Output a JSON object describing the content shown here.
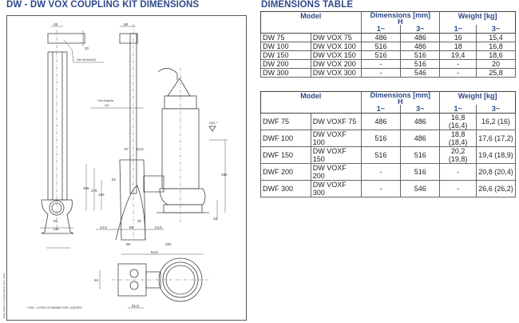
{
  "left": {
    "title": "DW - DW VOX COUPLING KIT DIMENSIONS",
    "labels": {
      "d48": "48",
      "d58_top": "58",
      "d20": "20",
      "screw": "Vite M10x40/10",
      "guide1": "Tubi di guida",
      "guide2": "3/4\"",
      "d57": "57",
      "d545_top": "54,5",
      "lwl": "LWL *",
      "d158": "158",
      "d179": "179",
      "d130_v": "130",
      "d62": "62",
      "d290": "290",
      "d32_v": "32",
      "d32_h": "32",
      "d84": "84",
      "d130": "130",
      "d245a": "24,5",
      "d85": "85",
      "d245b": "24,5",
      "d58_bot": "58",
      "d282": "282",
      "d545_bot": "54,5",
      "d94": "94",
      "d615": "61,5",
      "footnote": "* LWL = LIVELLO MINIMO DEL LIQUIDO",
      "side_note": "Data subject to change without prior notice"
    }
  },
  "right": {
    "title": "DIMENSIONS TABLE",
    "headers": {
      "model": "Model",
      "dimensions": "Dimensions [mm]",
      "h": "H",
      "weight": "Weight [kg]",
      "one": "1~",
      "three": "3~"
    },
    "table1": [
      [
        "DW 75",
        "DW VOX 75",
        "486",
        "486",
        "16",
        "15,4"
      ],
      [
        "DW 100",
        "DW VOX 100",
        "516",
        "486",
        "18",
        "16,8"
      ],
      [
        "DW 150",
        "DW VOX 150",
        "516",
        "516",
        "19,4",
        "18,6"
      ],
      [
        "DW 200",
        "DW VOX 200",
        "-",
        "516",
        "-",
        "20"
      ],
      [
        "DW 300",
        "DW VOX 300",
        "-",
        "546",
        "-",
        "25,8"
      ]
    ],
    "table2": [
      [
        "DWF 75",
        "DW VOXF 75",
        "486",
        "486",
        "16,8 (16,4)",
        "16,2 (16)"
      ],
      [
        "DWF 100",
        "DW VOXF 100",
        "516",
        "486",
        "18,8 (18,4)",
        "17,6 (17,2)"
      ],
      [
        "DWF 150",
        "DW VOXF 150",
        "516",
        "516",
        "20,2 (19,8)",
        "19,4 (18,9)"
      ],
      [
        "DWF 200",
        "DW VOXF 200",
        "-",
        "516",
        "-",
        "20,8 (20,4)"
      ],
      [
        "DWF 300",
        "DW VOXF 300",
        "-",
        "546",
        "-",
        "26,6 (26,2)"
      ]
    ]
  }
}
